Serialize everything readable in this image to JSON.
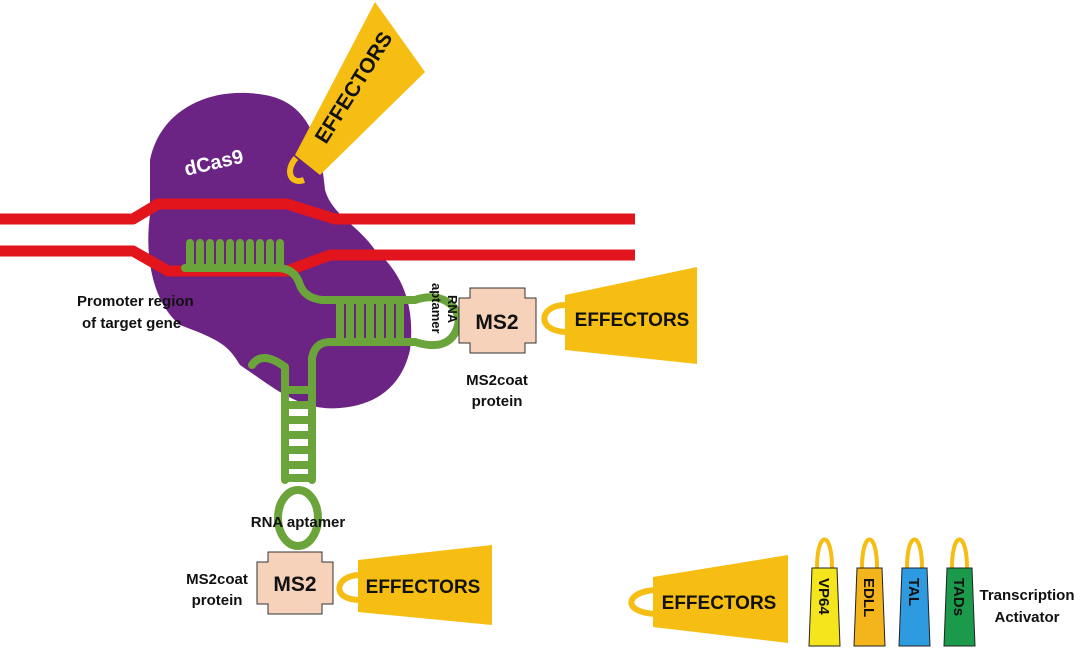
{
  "labels": {
    "dcas9": "dCas9",
    "promoter_line1": "Promoter region",
    "promoter_line2": "of target gene",
    "rna_aptamer_vertical_1": "RNA",
    "rna_aptamer_vertical_2": "aptamer",
    "rna_aptamer_bottom": "RNA aptamer",
    "ms2_right": "MS2",
    "ms2_bottom": "MS2",
    "ms2coat_right_1": "MS2coat",
    "ms2coat_right_2": "protein",
    "ms2coat_bottom_1": "MS2coat",
    "ms2coat_bottom_2": "protein",
    "effectors_top": "EFFECTORS",
    "effectors_right": "EFFECTORS",
    "effectors_bottom": "EFFECTORS",
    "effectors_legend": "EFFECTORS",
    "transcription_1": "Transcription",
    "transcription_2": "Activator"
  },
  "activators": [
    {
      "name": "VP64",
      "color": "#f5e51c"
    },
    {
      "name": "EDLL",
      "color": "#f3b51b"
    },
    {
      "name": "TAL",
      "color": "#2e9be0"
    },
    {
      "name": "TADs",
      "color": "#1a9a4a"
    }
  ],
  "colors": {
    "dna": "#e3151c",
    "dcas9": "#6b2384",
    "rna": "#6aa43a",
    "effector": "#f6bd12",
    "ms2": "#f6d2bb"
  }
}
